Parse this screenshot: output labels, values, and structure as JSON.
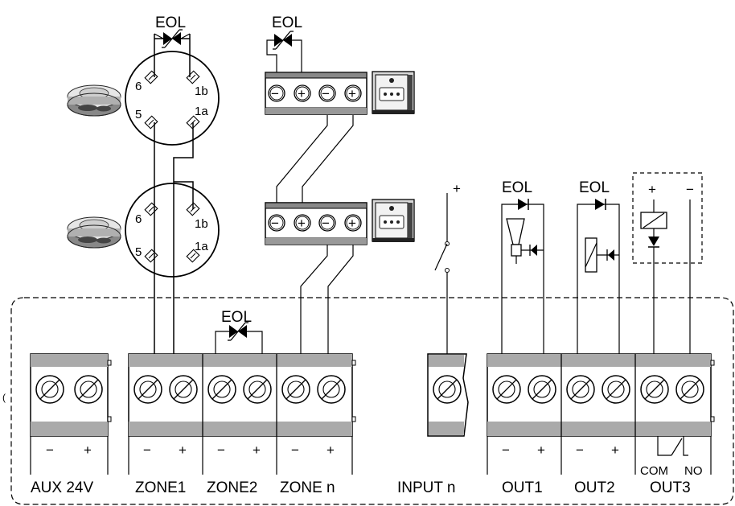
{
  "eol_label": "EOL",
  "detector_pins": [
    "6",
    "5",
    "1b",
    "1a"
  ],
  "input_plus": "+",
  "out3_relay_signs": [
    "+",
    "−"
  ],
  "terminal_groups": [
    {
      "id": "aux",
      "label": "AUX 24V",
      "minus": "−",
      "plus": "+"
    },
    {
      "id": "zone1",
      "label": "ZONE1",
      "minus": "−",
      "plus": "+"
    },
    {
      "id": "zone2",
      "label": "ZONE2",
      "minus": "−",
      "plus": "+"
    },
    {
      "id": "zonen",
      "label": "ZONE n",
      "minus": "−",
      "plus": "+"
    },
    {
      "id": "inputn",
      "label": "INPUT n"
    },
    {
      "id": "out1",
      "label": "OUT1",
      "minus": "−",
      "plus": "+"
    },
    {
      "id": "out2",
      "label": "OUT2",
      "minus": "−",
      "plus": "+"
    },
    {
      "id": "out3",
      "label": "OUT3",
      "com": "COM",
      "no": "NO"
    }
  ]
}
